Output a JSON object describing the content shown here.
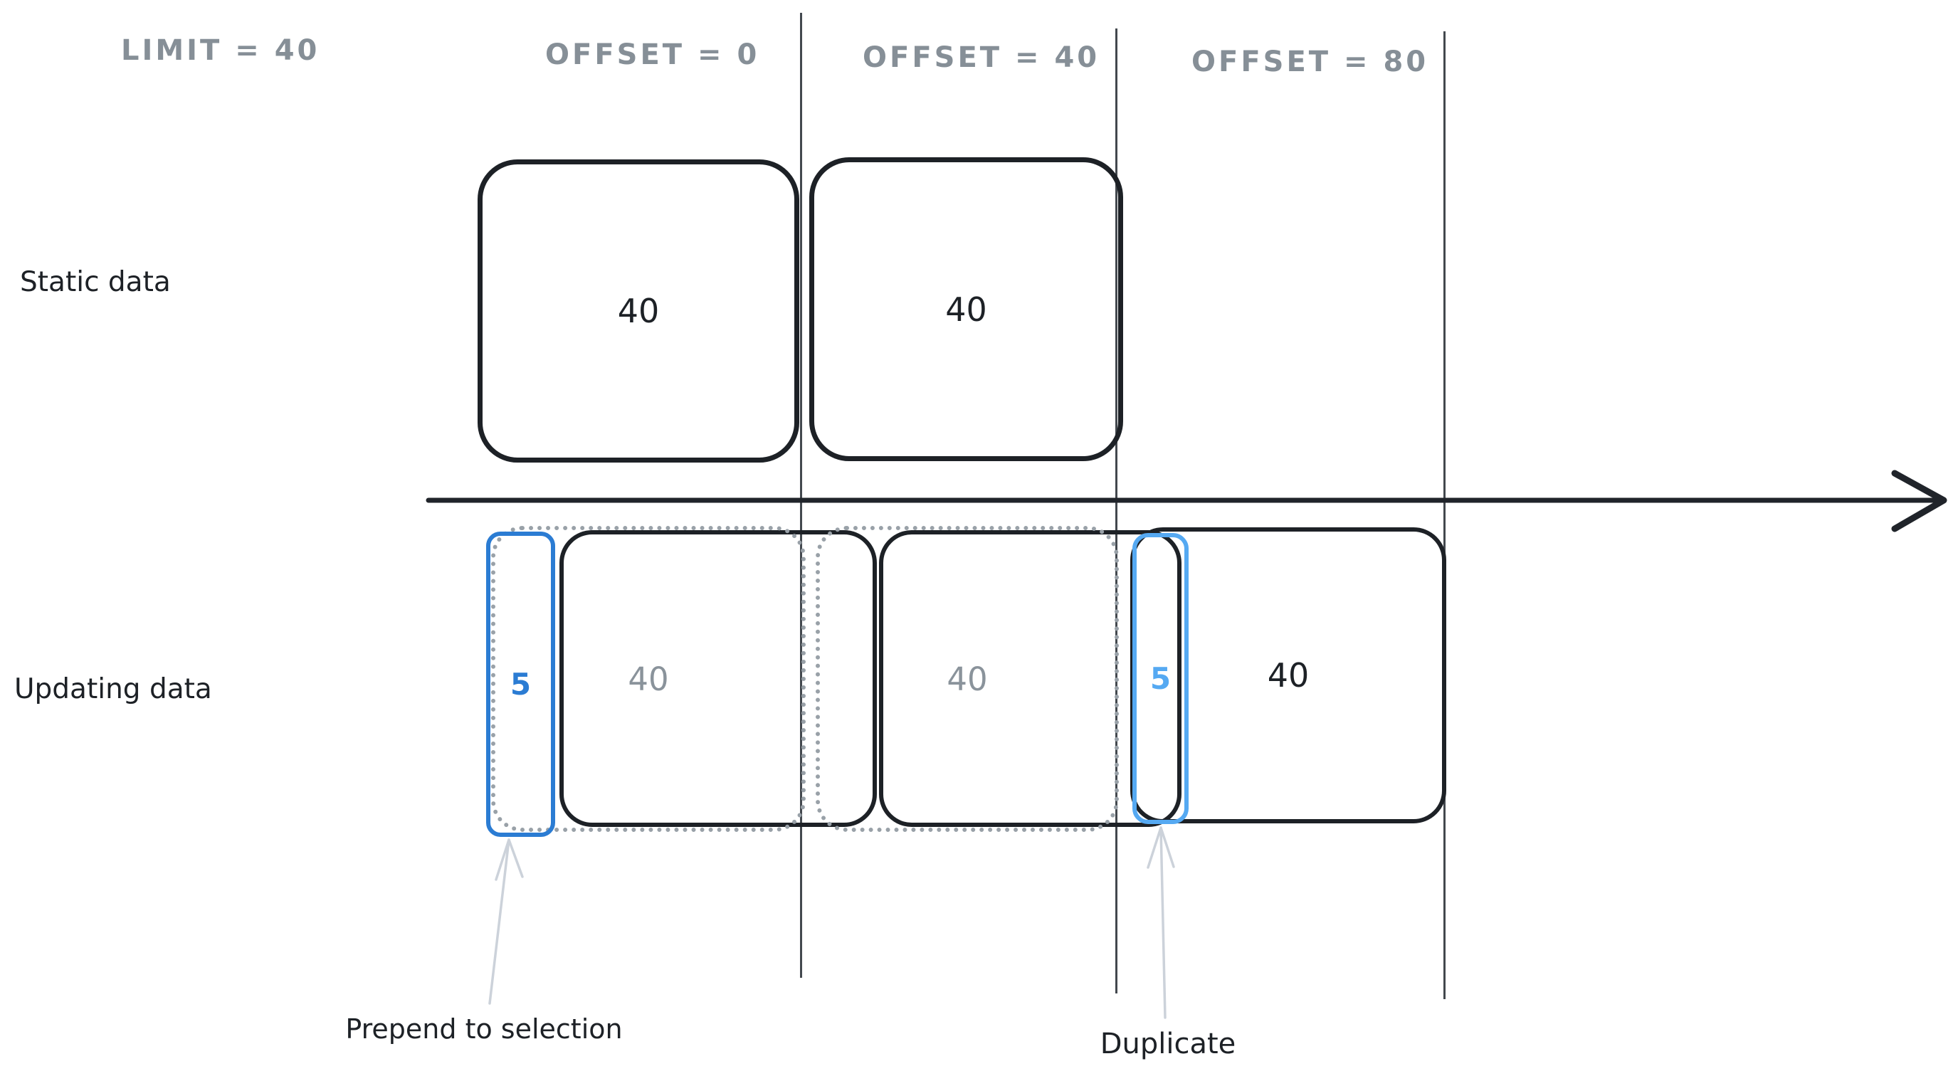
{
  "header": {
    "limit_label": "LIMIT = 40",
    "offset_0_label": "OFFSET = 0",
    "offset_40_label": "OFFSET = 40",
    "offset_80_label": "OFFSET = 80"
  },
  "row_labels": {
    "static": "Static data",
    "updating": "Updating data"
  },
  "static_row": {
    "page1_count": "40",
    "page2_count": "40"
  },
  "updating_row": {
    "prepended_count": "5",
    "window1_count": "40",
    "window2_count": "40",
    "offset80_page_count": "40",
    "duplicate_count": "5"
  },
  "annotations": {
    "prepend_label": "Prepend to selection",
    "duplicate_label": "Duplicate"
  },
  "colors": {
    "header_gray": "#868f97",
    "stroke_black": "#1d2126",
    "window_dotted_gray": "#99a1a8",
    "prepend_blue": "#2b7cd3",
    "duplicate_blue": "#55a9f2",
    "annotation_arrow_gray": "#ccd2da"
  }
}
